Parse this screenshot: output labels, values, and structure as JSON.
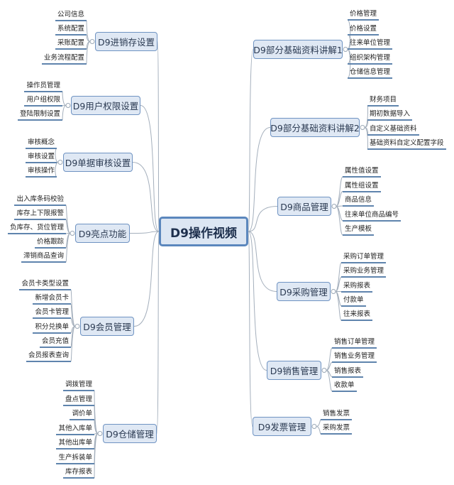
{
  "center": {
    "label": "D9操作视频"
  },
  "branches": [
    {
      "label": "D9进销存设置",
      "side": "left",
      "leaves": [
        "公司信息",
        "系统配置",
        "采账配置",
        "业务流程配置"
      ]
    },
    {
      "label": "D9用户权限设置",
      "side": "left",
      "leaves": [
        "操作员管理",
        "用户组权限",
        "登陆限制设置"
      ]
    },
    {
      "label": "D9单据审核设置",
      "side": "left",
      "leaves": [
        "审核概念",
        "审核设置",
        "审核操作"
      ]
    },
    {
      "label": "D9亮点功能",
      "side": "left",
      "leaves": [
        "出入库条码校验",
        "库存上下限报警",
        "负库存、货位管理",
        "价格跟踪",
        "滞销商品查询"
      ]
    },
    {
      "label": "D9会员管理",
      "side": "left",
      "leaves": [
        "会员卡类型设置",
        "新增会员卡",
        "会员卡管理",
        "积分兑换单",
        "会员充值",
        "会员报表查询"
      ]
    },
    {
      "label": "D9仓储管理",
      "side": "left",
      "leaves": [
        "调拨管理",
        "盘点管理",
        "调价单",
        "其他入库单",
        "其他出库单",
        "生产拆装单",
        "库存报表"
      ]
    },
    {
      "label": "D9部分基础资料讲解1",
      "side": "right",
      "leaves": [
        "价格管理",
        "价格设置",
        "往来单位管理",
        "组织架构管理",
        "仓储信息管理"
      ]
    },
    {
      "label": "D9部分基础资料讲解2",
      "side": "right",
      "leaves": [
        "财务项目",
        "期初数据导入",
        "自定义基础资料",
        "基础资料自定义配置字段"
      ]
    },
    {
      "label": "D9商品管理",
      "side": "right",
      "leaves": [
        "属性值设置",
        "属性组设置",
        "商品信息",
        "往来单位商品编号",
        "生产模板"
      ]
    },
    {
      "label": "D9采购管理",
      "side": "right",
      "leaves": [
        "采购订单管理",
        "采购业务管理",
        "采购报表",
        "付款单",
        "往来报表"
      ]
    },
    {
      "label": "D9销售管理",
      "side": "right",
      "leaves": [
        "销售订单管理",
        "销售业务管理",
        "销售报表",
        "收款单"
      ]
    },
    {
      "label": "D9发票管理",
      "side": "right",
      "leaves": [
        "销售发票",
        "采购发票"
      ]
    }
  ],
  "colors": {
    "line": "#9aa7b5",
    "underline": "#5f84ad",
    "box_fill": "#dfe8f4",
    "box_border": "#6f93c2"
  }
}
